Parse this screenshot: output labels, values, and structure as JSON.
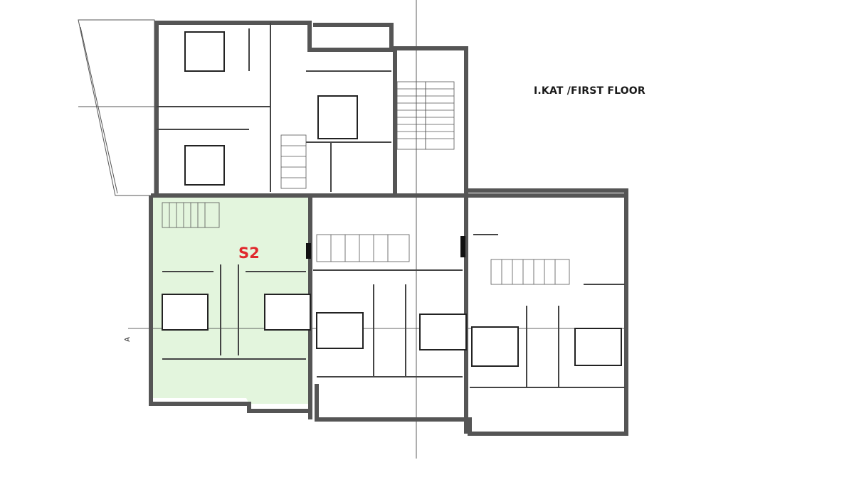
{
  "plan": {
    "title": "I.KAT /FIRST FLOOR",
    "highlighted_unit": "S2",
    "section_marker": "A",
    "highlight_color": "#e3f5dd",
    "label_color": "#e0282c",
    "wall_color": "#555555"
  }
}
